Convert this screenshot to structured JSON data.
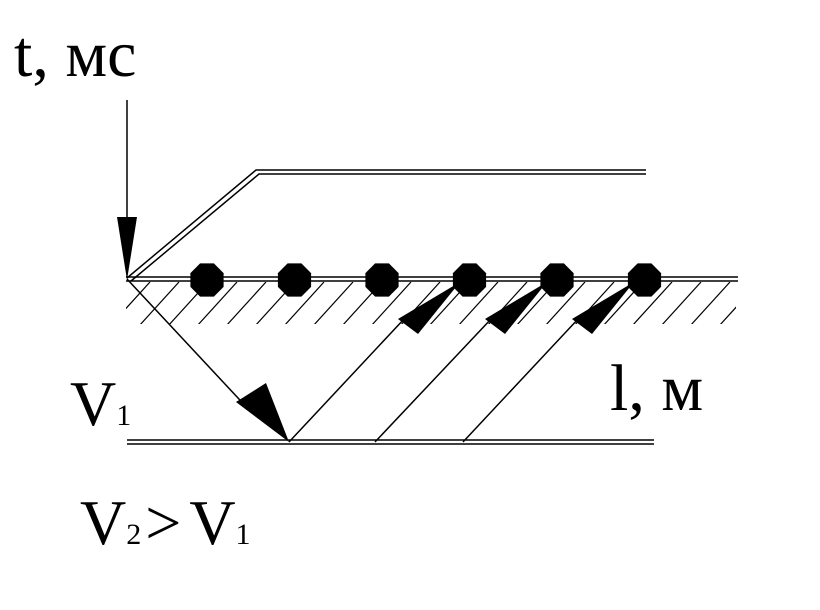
{
  "axis_t": {
    "symbol": "t",
    "unit": ", мс"
  },
  "axis_l": {
    "symbol": "l",
    "unit": ", м"
  },
  "layer_label": {
    "symbol": "V",
    "sub": "1"
  },
  "relation": {
    "left_symbol": "V",
    "left_sub": "2",
    "operator": ">",
    "right_symbol": "V",
    "right_sub": "1"
  },
  "receivers": {
    "count": 6,
    "icon": "receiver-dot-icon"
  },
  "colors": {
    "ink": "#000000",
    "background": "#ffffff"
  }
}
